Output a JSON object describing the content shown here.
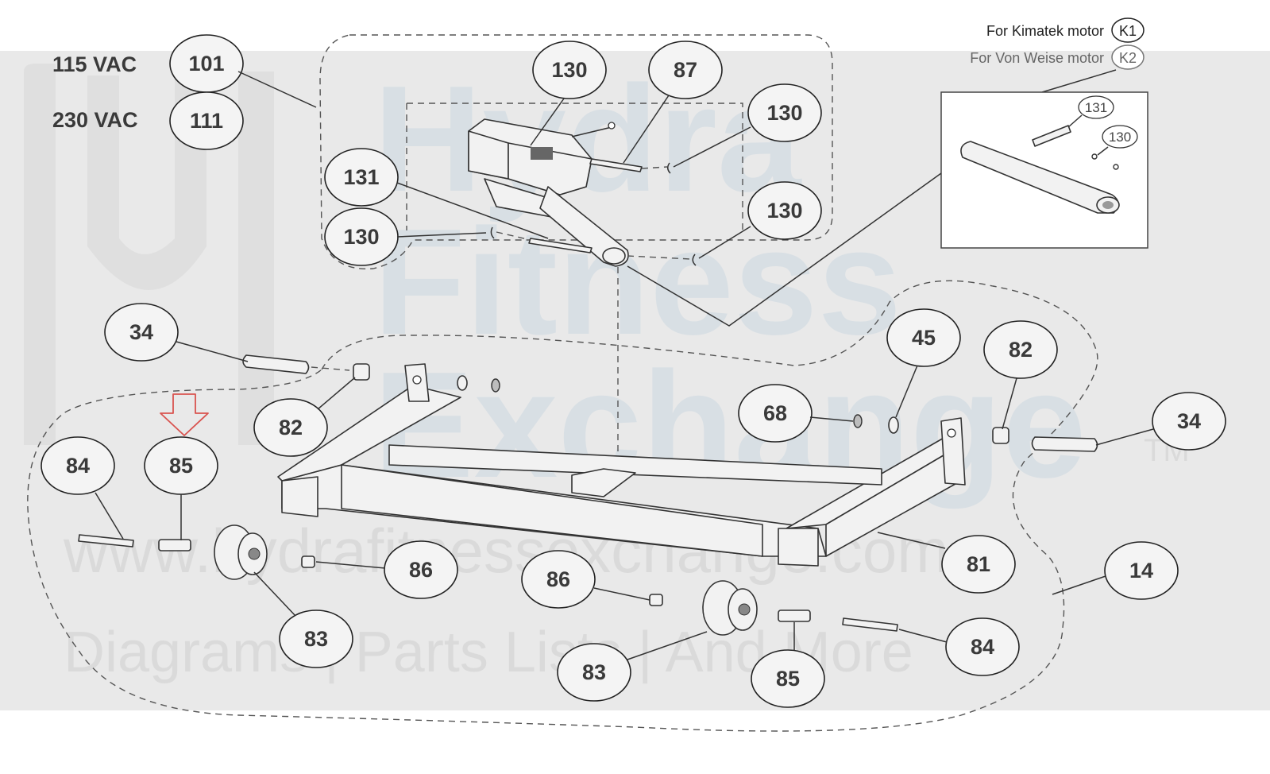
{
  "watermark": {
    "line1": "Hydra",
    "line2": "Fitness",
    "line3": "Exchange",
    "tm": "TM",
    "url": "www.hydrafitnessexchange.com",
    "tagline": "Diagrams | Parts Lists | And More"
  },
  "voltages": [
    {
      "label": "115 VAC",
      "part": "101"
    },
    {
      "label": "230 VAC",
      "part": "111"
    }
  ],
  "motor_notes": [
    {
      "label": "For Kimatek motor",
      "code": "K1"
    },
    {
      "label": "For Von Weise motor",
      "code": "K2"
    }
  ],
  "inset_parts": [
    "131",
    "130"
  ],
  "callouts": {
    "actuator_130_top": "130",
    "actuator_87": "87",
    "actuator_130_right_top": "130",
    "actuator_131": "131",
    "actuator_130_left": "130",
    "actuator_130_right_bottom": "130",
    "pin_34_left": "34",
    "bushing_82_left": "82",
    "washer_45": "45",
    "bushing_82_right": "82",
    "washer_68": "68",
    "pin_34_right": "34",
    "bolt_84_left": "84",
    "spacer_85_left": "85",
    "nut_86_left": "86",
    "wheel_83_left": "83",
    "frame_81": "81",
    "assembly_14": "14",
    "nut_86_right": "86",
    "wheel_83_right": "83",
    "spacer_85_right": "85",
    "bolt_84_right": "84"
  },
  "colors": {
    "highlight_arrow": "#d9534f",
    "line": "#333333",
    "watermark_band": "#e6e6e6"
  }
}
